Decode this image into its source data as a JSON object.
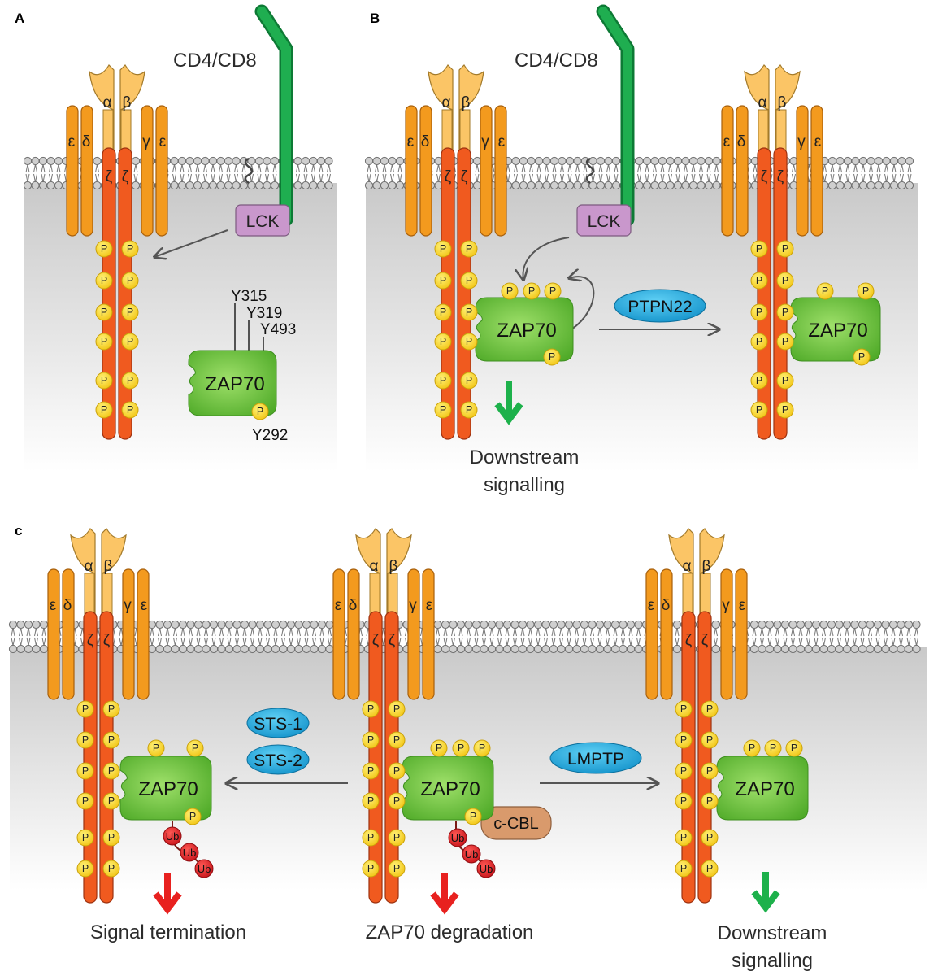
{
  "panels": {
    "a": {
      "letter": "A",
      "coreceptor": "CD4/CD8",
      "kinase": "LCK",
      "zap70": "ZAP70",
      "sites": [
        "Y315",
        "Y319",
        "Y493",
        "Y292"
      ]
    },
    "b": {
      "letter": "B",
      "coreceptor": "CD4/CD8",
      "kinase": "LCK",
      "zap70_active": "ZAP70",
      "phosphatase": "PTPN22",
      "zap70_dephos": "ZAP70",
      "outcome": [
        "Downstream",
        "signalling"
      ]
    },
    "c": {
      "letter": "c",
      "phosphatases": [
        "STS-1",
        "STS-2"
      ],
      "zap70_left": "ZAP70",
      "zap70_center": "ZAP70",
      "zap70_right": "ZAP70",
      "ligase": "c-CBL",
      "phosphatase_right": "LMPTP",
      "outcome_left": "Signal termination",
      "outcome_center": "ZAP70 degradation",
      "outcome_right": [
        "Downstream",
        "signalling"
      ]
    }
  },
  "tcr_chains": {
    "alpha": "α",
    "beta": "β",
    "epsilon": "ε",
    "delta": "δ",
    "gamma": "γ",
    "zeta": "ζ"
  },
  "phospho_mark": "P",
  "ubiquitin_mark": "Ub",
  "colors": {
    "orange": "#f39a1e",
    "zeta": "#f05a1f",
    "alphabeta": "#fbc566",
    "lck": "#c997cc",
    "zap70": "#6cc13a",
    "phospho": "#f9d622",
    "blue": "#1ea6dd",
    "ub": "#e52325",
    "ccbl": "#d99a6c",
    "green_arrow": "#1db14b",
    "red_arrow": "#e8211f",
    "coreceptor": "#1a9e48"
  }
}
